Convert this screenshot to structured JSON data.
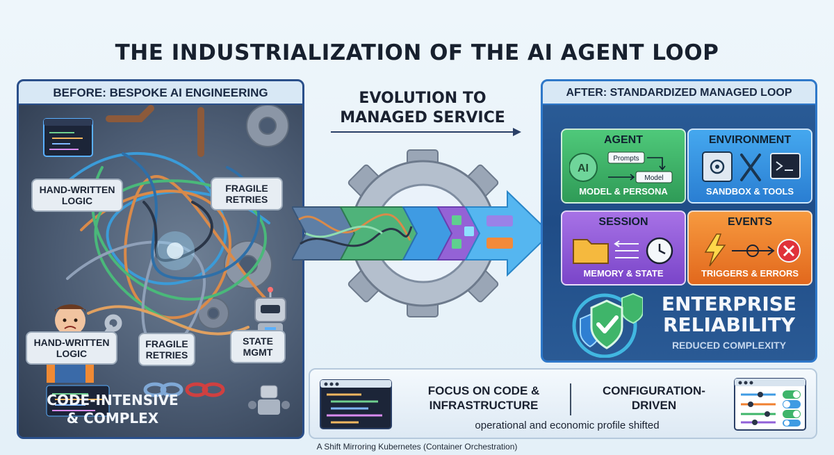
{
  "title": "THE INDUSTRIALIZATION OF THE AI AGENT LOOP",
  "before": {
    "header": "BEFORE: BESPOKE AI ENGINEERING",
    "notes": [
      "HAND-WRITTEN LOGIC",
      "FRAGILE RETRIES",
      "HAND-WRITTEN LOGIC",
      "FRAGILE RETRIES",
      "STATE MGMT"
    ],
    "footer_line1": "CODE-INTENSIVE",
    "footer_line2": "& COMPLEX"
  },
  "middle": {
    "line1": "EVOLUTION TO",
    "line2": "MANAGED SERVICE"
  },
  "after": {
    "header": "AFTER: STANDARDIZED MANAGED LOOP",
    "tiles": [
      {
        "title": "AGENT",
        "subtitle": "MODEL & PERSONA",
        "labels": [
          "AI",
          "Prompts",
          "Model"
        ]
      },
      {
        "title": "ENVIRONMENT",
        "subtitle": "SANDBOX & TOOLS"
      },
      {
        "title": "SESSION",
        "subtitle": "MEMORY & STATE"
      },
      {
        "title": "EVENTS",
        "subtitle": "TRIGGERS & ERRORS"
      }
    ],
    "enterprise_line1": "ENTERPRISE",
    "enterprise_line2": "RELIABILITY",
    "enterprise_sub": "REDUCED COMPLEXITY"
  },
  "banner": {
    "left_line1": "FOCUS ON CODE &",
    "left_line2": "INFRASTRUCTURE",
    "right_line1": "CONFIGURATION-",
    "right_line2": "DRIVEN",
    "shifted": "operational and economic profile shifted"
  },
  "caption": "A Shift Mirroring Kubernetes (Container Orchestration)",
  "colors": {
    "agent": "#3fb56a",
    "environment": "#3a94e2",
    "session": "#9160d8",
    "events": "#f08030",
    "panel_border": "#2a4f8a"
  }
}
